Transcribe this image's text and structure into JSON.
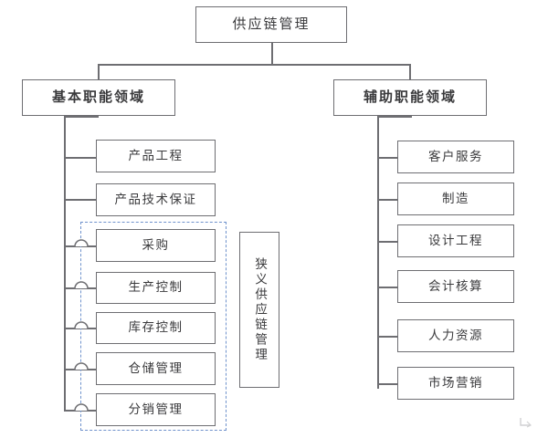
{
  "diagram": {
    "type": "org-chart",
    "root": {
      "id": "root",
      "label": "供应链管理"
    },
    "branches": [
      {
        "id": "basic",
        "label": "基本职能领域",
        "children": [
          {
            "id": "basic-1",
            "label": "产品工程",
            "in_narrow_scope": false
          },
          {
            "id": "basic-2",
            "label": "产品技术保证",
            "in_narrow_scope": false
          },
          {
            "id": "basic-3",
            "label": "采购",
            "in_narrow_scope": true
          },
          {
            "id": "basic-4",
            "label": "生产控制",
            "in_narrow_scope": true
          },
          {
            "id": "basic-5",
            "label": "库存控制",
            "in_narrow_scope": true
          },
          {
            "id": "basic-6",
            "label": "仓储管理",
            "in_narrow_scope": true
          },
          {
            "id": "basic-7",
            "label": "分销管理",
            "in_narrow_scope": true
          }
        ]
      },
      {
        "id": "auxiliary",
        "label": "辅助职能领域",
        "children": [
          {
            "id": "aux-1",
            "label": "客户服务"
          },
          {
            "id": "aux-2",
            "label": "制造"
          },
          {
            "id": "aux-3",
            "label": "设计工程"
          },
          {
            "id": "aux-4",
            "label": "会计核算"
          },
          {
            "id": "aux-5",
            "label": "人力资源"
          },
          {
            "id": "aux-6",
            "label": "市场营销"
          }
        ]
      }
    ],
    "annotation": {
      "id": "narrow-scope",
      "label": "狭义供应链管理",
      "orientation": "vertical",
      "grouping_style": "dashed-rectangle"
    }
  },
  "colors": {
    "box_border": "#6e6e72",
    "connector": "#6e6e72",
    "dashed_group": "#6f92cc",
    "text": "#3a3a3c",
    "background": "#ffffff"
  }
}
